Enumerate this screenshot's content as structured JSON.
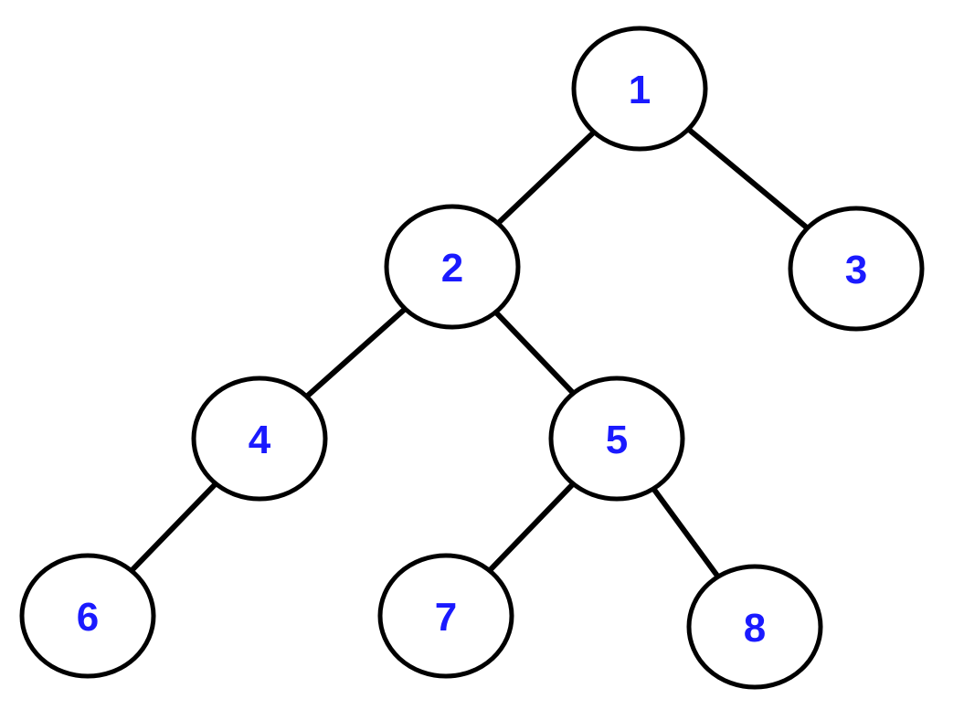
{
  "colors": {
    "background": "#ffffff",
    "outline": "#000000",
    "label": "#1a1aff"
  },
  "tree": {
    "nodes": [
      {
        "id": "1",
        "label": "1"
      },
      {
        "id": "2",
        "label": "2"
      },
      {
        "id": "3",
        "label": "3"
      },
      {
        "id": "4",
        "label": "4"
      },
      {
        "id": "5",
        "label": "5"
      },
      {
        "id": "6",
        "label": "6"
      },
      {
        "id": "7",
        "label": "7"
      },
      {
        "id": "8",
        "label": "8"
      }
    ],
    "edges": [
      {
        "from": "1",
        "to": "2"
      },
      {
        "from": "1",
        "to": "3"
      },
      {
        "from": "2",
        "to": "4"
      },
      {
        "from": "2",
        "to": "5"
      },
      {
        "from": "4",
        "to": "6"
      },
      {
        "from": "5",
        "to": "7"
      },
      {
        "from": "5",
        "to": "8"
      }
    ]
  }
}
